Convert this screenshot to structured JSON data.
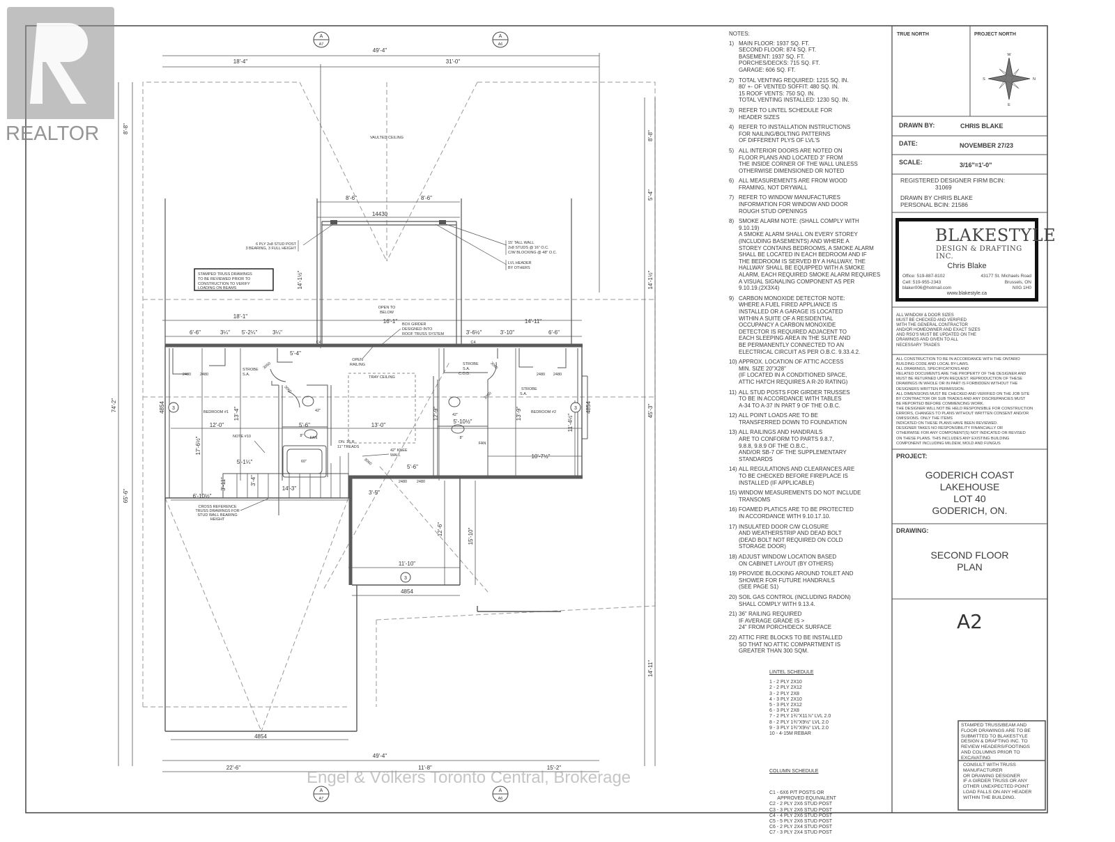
{
  "watermarks": {
    "realtor": "REALTOR",
    "brokerage": "Engel & Völkers Toronto Central, Brokerage"
  },
  "section_markers": [
    {
      "letter": "A",
      "sheet": "A7"
    },
    {
      "letter": "A",
      "sheet": "A6"
    },
    {
      "letter": "A",
      "sheet": "A7"
    },
    {
      "letter": "A",
      "sheet": "A6"
    }
  ],
  "plan": {
    "dims": [
      "49'-4\"",
      "18'-4\"",
      "31'-0\"",
      "8'-8\"",
      "74'-2\"",
      "65'-6\"",
      "8'-8\"",
      "5'-4\"",
      "14'-1½\"",
      "45'-3\"",
      "14'-11\"",
      "8'-6\"",
      "8'-6\"",
      "14430",
      "14'-1½\"",
      "18'-1\"",
      "16'-1\"",
      "14'-11\"",
      "6'-6\"",
      "3¼\"",
      "5'-2¼\"",
      "3¼\"",
      "5'-4\"",
      "3'-6½\"",
      "3'-10\"",
      "6'-6\"",
      "12'-0\"",
      "13'-0\"",
      "10'-7½\"",
      "4854",
      "4854",
      "17'-6½\"",
      "13'-4\"",
      "13'-9\"",
      "12'-9\"",
      "11'-4½\"",
      "5'-6\"",
      "3'-5\"",
      "14'-3\"",
      "6'-10½\"",
      "5'-1¼\"",
      "12'-6\"",
      "15'-10\"",
      "11'-10\"",
      "4854",
      "4854",
      "49'-4\"",
      "22'-6\"",
      "11'-8\"",
      "15'-2\"",
      "5'-10½\"",
      "5'-6\"",
      "3'-11\"",
      "3'-4\""
    ],
    "labels": [
      "VAULTED CEILING",
      "OPEN TO",
      "BELOW",
      "BOX GIRDER",
      "DESIGNED INTO",
      "ROOF TRUSS SYSTEM",
      "OPEN",
      "RAILING",
      "TRAY CEILING",
      "BEDROOM #1",
      "BEDROOM #2",
      "STROBE",
      "S.A.",
      "NOTE #10",
      "DN. 16 R",
      "11\" TREADS",
      "42\" KNEE",
      "WALL",
      "60\"",
      "42\"",
      "42\"",
      "FAN",
      "FAN",
      "C4",
      "C4",
      "STROBE",
      "S.A.",
      "C.O.D.",
      "STROBE",
      "S.A.",
      "8\"",
      "8\""
    ],
    "door_tags": [
      "2480",
      "2480",
      "2480",
      "2480",
      "2480",
      "2480",
      "3060",
      "3060",
      "3060",
      "3060",
      "3060"
    ],
    "grid_bubbles": [
      "3",
      "3",
      "3"
    ],
    "callouts": {
      "stud_post": [
        "6 PLY 2x8 STUD POST",
        "3 BEARING, 3 FULL HEIGHT"
      ],
      "tall_wall": [
        "15' TALL WALL",
        "2x8 STUDS @ 16\" O.C.",
        "C/W BLOCKING @ 48\" O.C."
      ],
      "lvl_header": [
        "LVL HEADER",
        "BY OTHERS"
      ],
      "stamped_truss": [
        "STAMPED TRUSS DRAWINGS",
        "TO BE REVIEWED PRIOR TO",
        "CONSTRUCTION TO VERIFY",
        "LOADING ON BEAMS"
      ],
      "cross_reference": [
        "CROSS REFERENCE",
        "TRUSS DRAWINGS FOR",
        "STUD WALL BEARING",
        "HEIGHT"
      ]
    }
  },
  "notes": {
    "heading": "NOTES:",
    "items": [
      {
        "num": "1)",
        "lines": [
          "MAIN FLOOR: 1937 SQ. FT.",
          "SECOND FLOOR: 874 SQ. FT.",
          "BASEMENT: 1937 SQ. FT.",
          "PORCHES/DECKS: 715 SQ. FT.",
          "GARAGE: 606 SQ. FT."
        ]
      },
      {
        "num": "2)",
        "lines": [
          "TOTAL VENTING REQUIRED: 1215 SQ. IN.",
          "80' +- OF VENTED SOFFIT: 480 SQ. IN.",
          "15 ROOF VENTS: 750 SQ. IN.",
          "TOTAL VENTING INSTALLED: 1230 SQ. IN."
        ]
      },
      {
        "num": "3)",
        "lines": [
          "REFER TO LINTEL SCHEDULE FOR",
          "HEADER SIZES"
        ]
      },
      {
        "num": "4)",
        "lines": [
          "REFER TO INSTALLATION INSTRUCTIONS",
          "FOR NAILING/BOLTING PATTERNS",
          "OF DIFFERENT PLYS OF LVL'S"
        ]
      },
      {
        "num": "5)",
        "lines": [
          "ALL INTERIOR DOORS ARE NOTED ON",
          "FLOOR PLANS AND LOCATED 3\" FROM",
          "THE INSIDE CORNER OF THE WALL UNLESS",
          "OTHERWISE DIMENSIONED OR NOTED"
        ]
      },
      {
        "num": "6)",
        "lines": [
          "ALL MEASUREMENTS ARE FROM WOOD",
          "FRAMING, NOT DRYWALL"
        ]
      },
      {
        "num": "7)",
        "lines": [
          "REFER TO WINDOW MANUFACTURES",
          "INFORMATION FOR WINDOW AND DOOR",
          "ROUGH STUD OPENINGS"
        ]
      },
      {
        "num": "8)",
        "lines": [
          "SMOKE ALARM NOTE: (SHALL COMPLY WITH",
          "9.10.19)",
          "A SMOKE ALARM SHALL ON EVERY STOREY",
          "(INCLUDING BASEMENTS) AND WHERE A",
          "STOREY CONTAINS BEDROOMS, A SMOKE ALARM",
          "SHALL BE LOCATED IN EACH BEDROOM AND IF",
          "THE BEDROOM IS SERVED BY A HALLWAY, THE",
          "HALLWAY SHALL BE EQUIPPED WITH A SMOKE",
          "ALARM, EACH REQUIRED SMOKE ALARM REQUIRES",
          "A VISUAL SIGNALING COMPONENT AS PER",
          "9.10.19.(2X3X4)"
        ]
      },
      {
        "num": "9)",
        "lines": [
          "CARBON MONOXIDE DETECTOR NOTE:",
          "WHERE A FUEL FIRED APPLIANCE IS",
          "INSTALLED OR A GARAGE IS LOCATED",
          "WITHIN A SUITE OF A RESIDENTIAL",
          "OCCUPANCY A CARBON MONOXIDE",
          "DETECTOR IS REQUIRED ADJACENT TO",
          "EACH SLEEPING AREA IN THE SUITE AND",
          "BE PERMANENTLY CONNECTED TO AN",
          "ELECTRICAL CIRCUIT AS PER O.B.C. 9.33.4.2."
        ]
      },
      {
        "num": "10)",
        "lines": [
          "APPROX. LOCATION OF ATTIC ACCESS",
          "MIN. SIZE 20\"x28\"",
          "(IF LOCATED IN A CONDITIONED SPACE,",
          "ATTIC HATCH REQUIRES A R-20 RATING)"
        ]
      },
      {
        "num": "11)",
        "lines": [
          "ALL STUD POSTS FOR GIRDER TRUSSES",
          "TO BE IN ACCORDANCE WITH TABLES",
          "A-34 TO A-37 IN PART 9 OF THE O.B.C."
        ]
      },
      {
        "num": "12)",
        "lines": [
          "ALL POINT LOADS ARE TO BE",
          "TRANSFERRED DOWN TO FOUNDATION"
        ]
      },
      {
        "num": "13)",
        "lines": [
          "ALL RAILINGS AND HANDRAILS",
          "ARE TO CONFORM TO PARTS 9.8.7,",
          "9.8.8, 9.8.9 OF THE O.B.C.,",
          "AND/OR SB-7 OF THE SUPPLEMENTARY",
          "STANDARDS"
        ]
      },
      {
        "num": "14)",
        "lines": [
          "ALL REGULATIONS AND CLEARANCES ARE",
          "TO BE CHECKED BEFORE FIREPLACE IS",
          "INSTALLED (IF APPLICABLE)"
        ]
      },
      {
        "num": "15)",
        "lines": [
          "WINDOW MEASUREMENTS DO NOT INCLUDE",
          "TRANSOMS"
        ]
      },
      {
        "num": "16)",
        "lines": [
          "FOAMED PLATICS ARE TO BE PROTECTED",
          "IN ACCORDANCE WITH 9.10.17.10."
        ]
      },
      {
        "num": "17)",
        "lines": [
          "INSULATED DOOR C/W CLOSURE",
          "AND WEATHERSTRIP AND DEAD BOLT",
          "(DEAD BOLT NOT REQUIRED ON COLD",
          "STORAGE DOOR)"
        ]
      },
      {
        "num": "18)",
        "lines": [
          "ADJUST WINDOW LOCATION BASED",
          "ON CABINET LAYOUT (BY OTHERS)"
        ]
      },
      {
        "num": "19)",
        "lines": [
          "PROVIDE BLOCKING AROUND TOILET AND",
          "SHOWER FOR FUTURE HANDRAILS",
          "(SEE PAGE S1)"
        ]
      },
      {
        "num": "20)",
        "lines": [
          "SOIL GAS CONTROL (INCLUDING RADON)",
          "SHALL COMPLY WITH 9.13.4."
        ]
      },
      {
        "num": "21)",
        "lines": [
          "36\" RAILING REQUIRED",
          "IF AVERAGE GRADE IS >",
          "24\" FROM PORCH/DECK SURFACE"
        ]
      },
      {
        "num": "22)",
        "lines": [
          "ATTIC FIRE BLOCKS TO BE INSTALLED",
          "SO THAT NO ATTIC COMPARTMENT IS",
          "GREATER THAN 300 SQM."
        ]
      }
    ]
  },
  "lintel_schedule": {
    "title": "LINTEL SCHEDULE",
    "lines": [
      "1 - 2 PLY 2x10",
      "2 - 2 PLY 2x12",
      "3 - 2 PLY 2x8",
      "4 - 3 PLY 2x10",
      "5 - 3 PLY 2x12",
      "6 - 3 PLY 2x8",
      "7 - 2 PLY 1¾\"x11⅞\" LVL 2.0",
      "8 - 2 PLY 1¾\"x9½\" LVL 2.0",
      "9 - 3 PLY 1¾\"x9½\" LVL 2.0",
      "10 - 4-15M REBAR"
    ]
  },
  "column_schedule": {
    "title": "COLUMN SCHEDULE",
    "lines": [
      "C1 - 6x6 P/T POSTS OR",
      "      APPROVED EQUIVALENT",
      "C2 - 2 PLY 2x6 STUD POST",
      "C3 - 3 PLY 2x6 STUD POST",
      "C4 - 4 PLY 2x6 STUD POST",
      "C5 - 5 PLY 2x6 STUD POST",
      "C6 - 2 PLY 2x4 STUD POST",
      "C7 - 3 PLY 2x4 STUD POST"
    ]
  },
  "title_block": {
    "true_north": "TRUE NORTH",
    "project_north": "PROJECT NORTH",
    "compass": {
      "top": "W",
      "left": "S",
      "right": "N",
      "bottom": "E"
    },
    "drawn_by_label": "DRAWN BY:",
    "drawn_by": "CHRIS BLAKE",
    "date_label": "DATE:",
    "date": "NOVEMBER 27/23",
    "scale_label": "SCALE:",
    "scale": "3/16\"=1'-0\"",
    "registration": [
      "REGISTERED DESIGNER FIRM BCIN:",
      "31069",
      "DRAWN BY CHRIS BLAKE",
      "PERSONAL BCIN: 21586"
    ],
    "logo": {
      "brand": "BLAKESTYLE",
      "tagline": "DESIGN & DRAFTING INC.",
      "person": "Chris Blake",
      "office": "Office: 519-887-8102",
      "cell": "Cell: 519-955-2343",
      "email": "blaker006@hotmail.com",
      "address1": "43177 St. Michaels Road",
      "address2": "Brussels, ON",
      "postal": "N0G 1H0",
      "website": "www.blakestyle.ca"
    },
    "window_note": [
      "ALL WINDOW & DOOR SIZES",
      "MUST BE CHECKED AND VERIFIED",
      "WITH THE GENERAL CONTRACTOR",
      "AND/OR HOMEOWNER AND EXACT SIZES",
      "AND RSO'S MUST BE UPDATED ON THE",
      "DRAWINGS AND GIVEN TO ALL",
      "NECESSARY TRADES"
    ],
    "construction_note": [
      "ALL CONSTRUCTION TO BE IN ACCORDANCE WITH THE ONTARIO",
      "BUILDING CODE AND LOCAL BY-LAWS.",
      "ALL DRAWINGS, SPECIFICATIONS AND",
      "RELATED DOCUMENTS ARE THE PROPERTY OF THE DESIGNER AND",
      "MUST BE RETURNED UPON REQUEST.  REPRODUCTION OF THESE",
      "DRAWINGS IN WHOLE OR IN PART IS FORBIDDEN WITHOUT THE",
      "DESIGNERS WRITTEN PERMISSION.",
      "ALL DIMENSIONS MUST BE CHECKED AND VERIFIED ON THE JOB SITE",
      "BY CONTRACTOR OR SUB TRADES AND ANY DISCREPANCIES MUST",
      "BE REPORTED BEFORE COMMENCING WORK.",
      "THE DESIGNER WILL NOT BE HELD RESPONSIBLE FOR CONSTRUCTION",
      "ERRORS, CHANGES TO PLANS WITHOUT WRITTEN CONSENT AND/OR",
      "OMISSIONS.  ONLY THE ITEMS",
      "INDICATED ON THESE PLANS HAVE BEEN REVIEWED.",
      "DESIGNER TAKES NO RESPONSIBILITY FINANCIALLY OR",
      "OTHERWISE FOR ANY COMPONENT(S) NOT INDICATED OR REVISED",
      "ON THESE PLANS. THIS INCLUDES ANY EXISTING BUILDING",
      "COMPONENT INCLUDING MILDEW, MOLD AND FUNGUS"
    ],
    "project_label": "PROJECT:",
    "project": [
      "GODERICH COAST",
      "LAKEHOUSE",
      "LOT 40",
      "GODERICH, ON."
    ],
    "drawing_label": "DRAWING:",
    "drawing": [
      "SECOND FLOOR",
      "PLAN"
    ],
    "sheet": "A2",
    "stamped_note": [
      "STAMPED TRUSS/BEAM AND",
      "FLOOR DRAWINGS ARE TO BE",
      "SUBMITTED TO BLAKESTYLE",
      "DESIGN & DRAFTING INC. TO",
      "REVIEW HEADERS/FOOTINGS",
      "AND COLUMNS PRIOR TO",
      "EXCAVATING"
    ],
    "consult_note": [
      "CONSULT WITH TRUSS",
      "MANUFACTURER",
      "OR DRAWING DESIGNER",
      "IF A GIRDER TRUSS OR ANY",
      "OTHER UNEXPECTED POINT",
      "LOAD FALLS ON ANY HEADER",
      "WITHIN THE BUILDING."
    ]
  }
}
